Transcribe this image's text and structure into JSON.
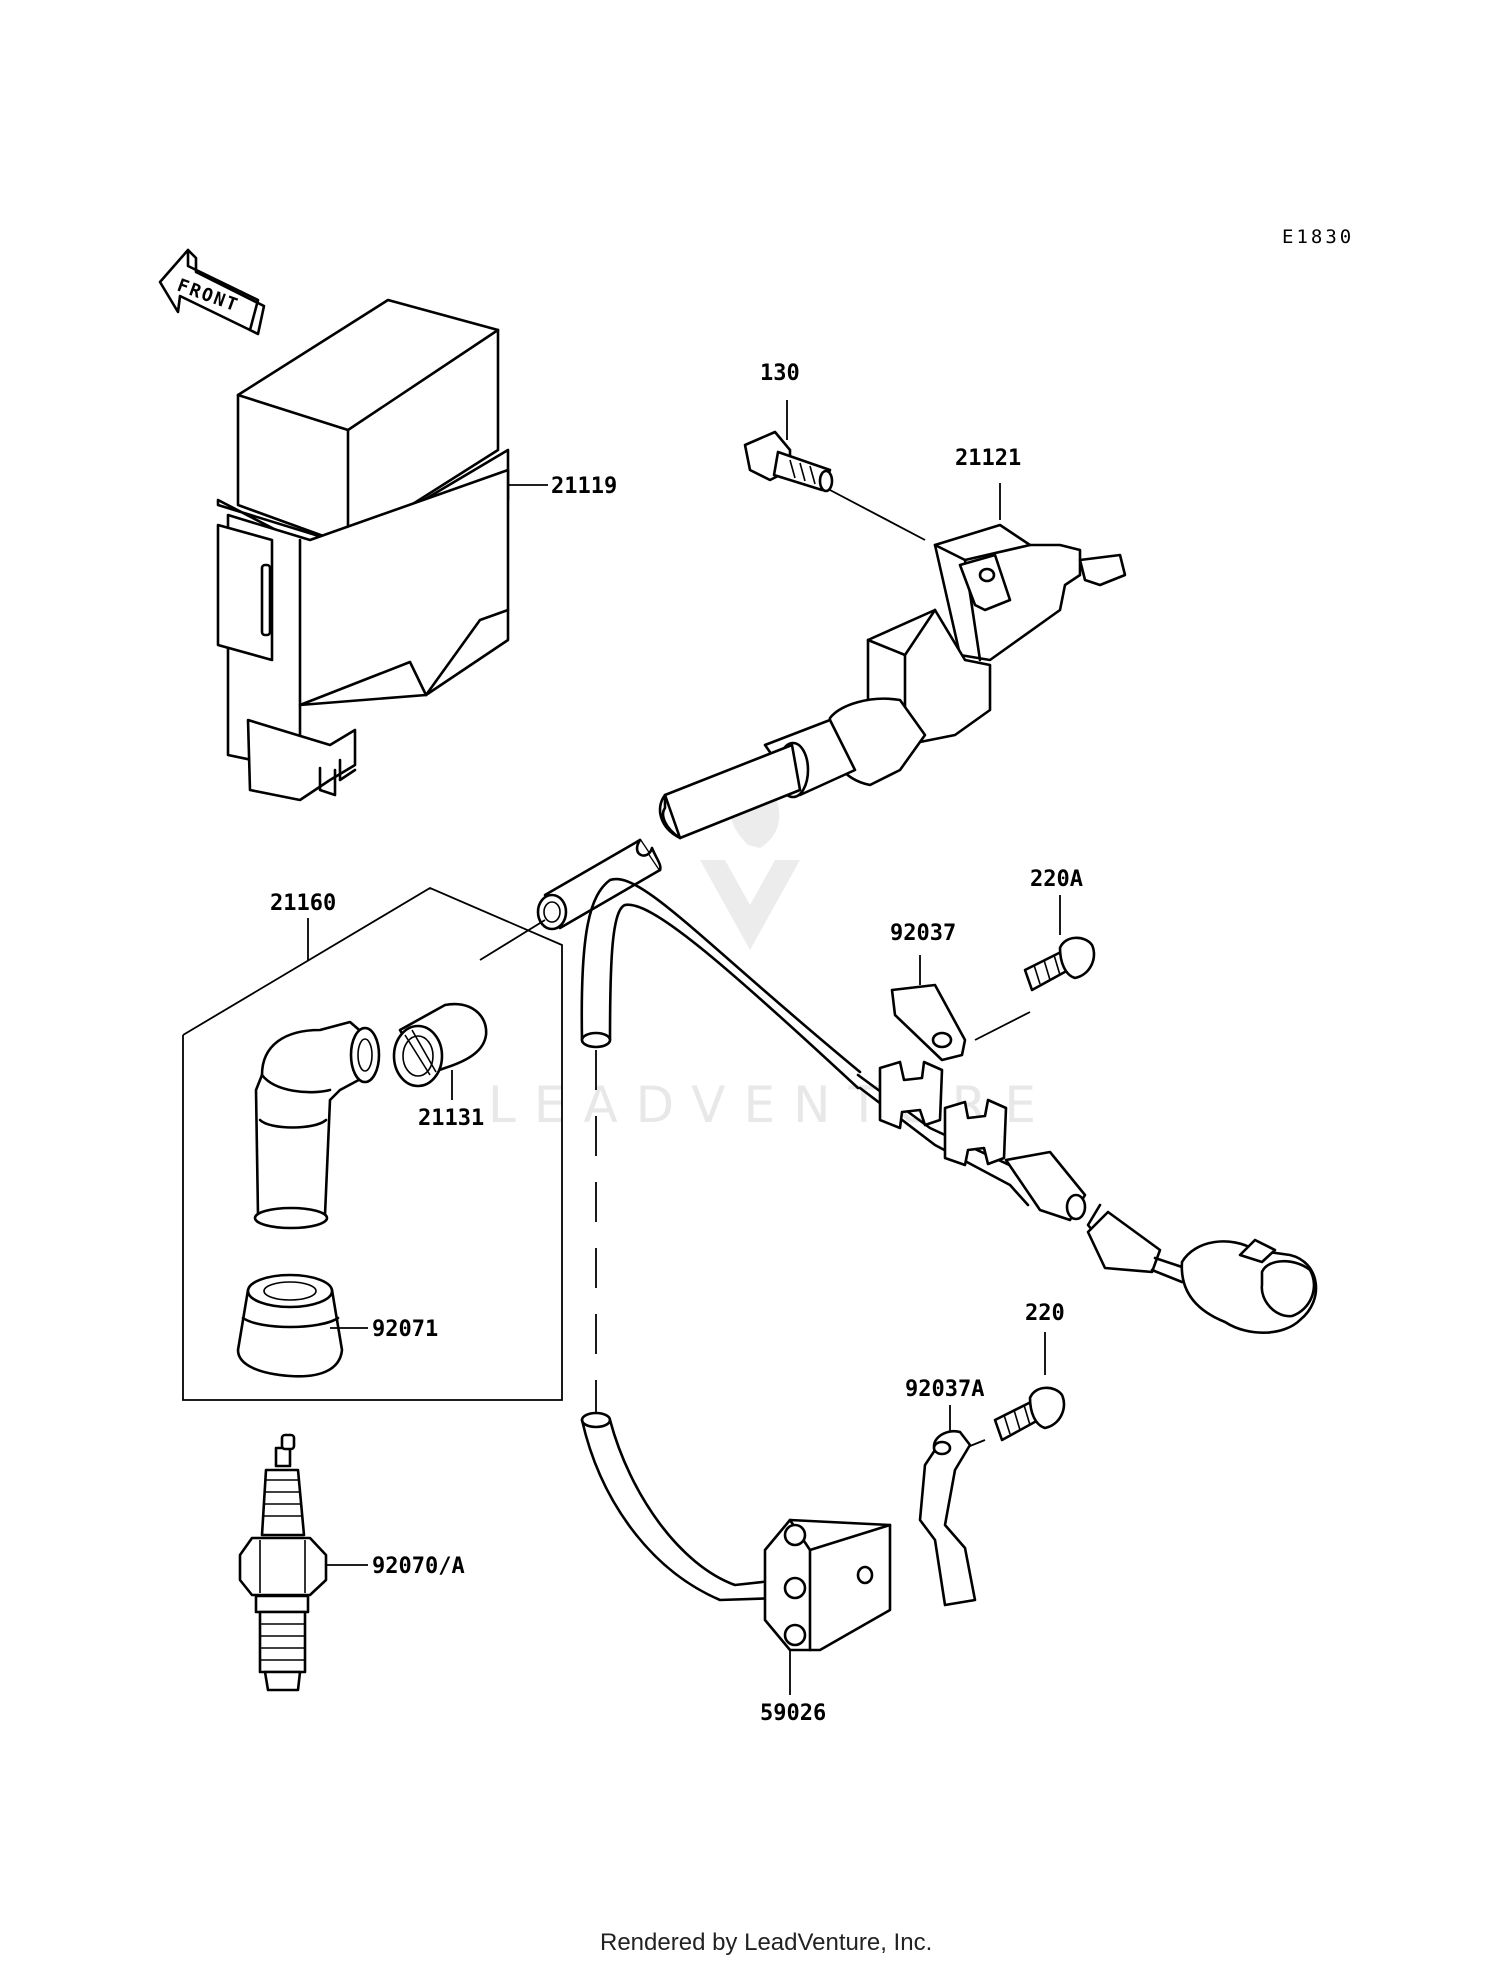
{
  "diagram_code": "E1830",
  "front_label": "FRONT",
  "footer": "Rendered by LeadVenture, Inc.",
  "watermark": "LEADVENTURE",
  "parts": [
    {
      "id": "ecu",
      "number": "21119"
    },
    {
      "id": "bolt",
      "number": "130"
    },
    {
      "id": "ignition-coil",
      "number": "21121"
    },
    {
      "id": "plug-cap-assembly",
      "number": "21160"
    },
    {
      "id": "cap-seal",
      "number": "21131"
    },
    {
      "id": "cap-cover",
      "number": "92071"
    },
    {
      "id": "spark-plug",
      "number": "92070/A"
    },
    {
      "id": "clamp",
      "number": "92037"
    },
    {
      "id": "screw",
      "number": "220A"
    },
    {
      "id": "screw-lower",
      "number": "220"
    },
    {
      "id": "clamp-lower",
      "number": "92037A"
    },
    {
      "id": "pickup-coil",
      "number": "59026"
    }
  ]
}
